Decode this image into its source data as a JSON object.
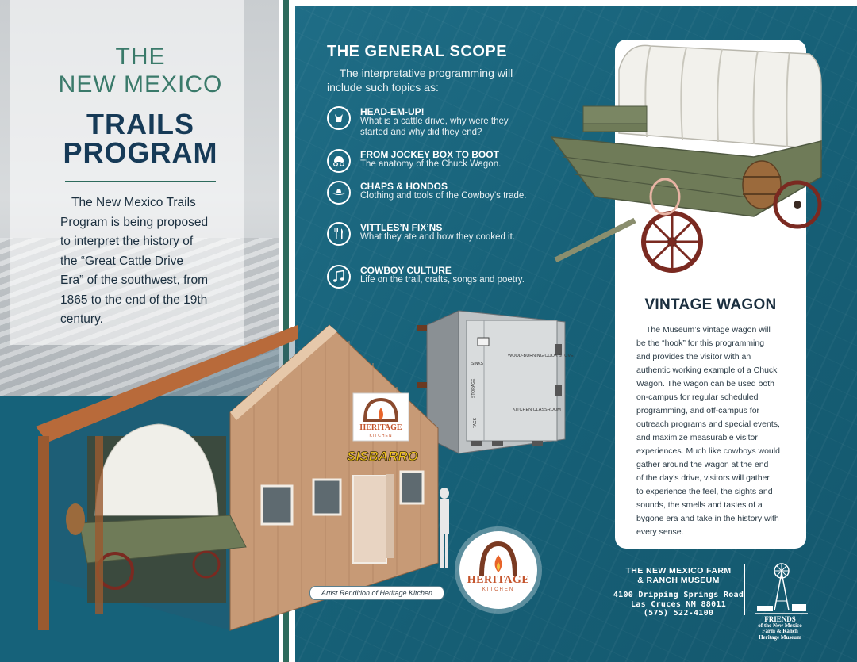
{
  "left_panel": {
    "title_line1": "THE",
    "title_line2": "NEW MEXICO",
    "title_line3": "TRAILS",
    "title_line4": "PROGRAM",
    "intro_lines": [
      "The New Mexico Trails",
      "Program is being proposed",
      "to interpret the history of",
      "the “Great Cattle Drive",
      "Era” of the southwest, from",
      "1865 to the end of the 19th",
      "century."
    ]
  },
  "scope": {
    "title": "THE GENERAL SCOPE",
    "intro": "The interpretative programming will include such topics as:",
    "topics": [
      {
        "title": "HEAD-EM-UP!",
        "desc": "What is a cattle drive, why were they started and why did they end?",
        "icon": "cow-head-icon"
      },
      {
        "title": "FROM JOCKEY BOX TO BOOT",
        "desc": "The anatomy of the Chuck Wagon.",
        "icon": "wagon-icon"
      },
      {
        "title": "CHAPS & HONDOS",
        "desc": "Clothing and tools of the Cowboy’s trade.",
        "icon": "cowboy-hat-icon"
      },
      {
        "title": "VITTLES’N FIX’NS",
        "desc": "What they ate and how they cooked it.",
        "icon": "fork-knife-icon"
      },
      {
        "title": "COWBOY CULTURE",
        "desc": "Life on the trail, crafts, songs and poetry.",
        "icon": "music-note-icon"
      }
    ]
  },
  "floorplan": {
    "stove": "WOOD-BURNING COOK STOVE",
    "sinks": "SINKS",
    "storage": "STORAGE",
    "tack": "TACK",
    "kitchen": "KITCHEN CLASSROOM"
  },
  "kitchen_sign": {
    "heritage": "HERITAGE",
    "kitchen": "KITCHEN",
    "sponsor": "SISBARRO"
  },
  "caption": "Artist Rendition of Heritage Kitchen",
  "badge": {
    "heritage": "HERITAGE",
    "kitchen": "KITCHEN"
  },
  "vintage_wagon": {
    "title": "VINTAGE WAGON",
    "body_lines": [
      "The Museum’s vintage wagon will",
      "be the “hook” for this programming",
      "and provides the visitor with an",
      "authentic working example of a Chuck",
      "Wagon.  The wagon can be used both",
      "on-campus for regular scheduled",
      "programming, and off-campus for",
      "outreach programs and special events,",
      "and maximize measurable visitor",
      "experiences. Much like cowboys would",
      "gather around the wagon at the end",
      "of the day’s drive, visitors will gather",
      "to experience the feel, the sights and",
      "sounds, the smells and tastes of a",
      "bygone era and take in the history with",
      "every sense."
    ]
  },
  "footer": {
    "museum_line1": "THE NEW MEXICO FARM",
    "museum_line2": "& RANCH MUSEUM",
    "address_line1": "4100 Dripping Springs Road",
    "address_line2": "Las Cruces NM 88011",
    "phone": "(575) 522-4100",
    "friends_line1": "FRIENDS",
    "friends_line2": "of the New Mexico",
    "friends_line3": "Farm & Ranch",
    "friends_line4": "Heritage Museum"
  },
  "colors": {
    "teal_panel": "#176178",
    "green_bar": "#2e6b5c",
    "title_green": "#3a7a6a",
    "title_navy": "#163a57",
    "accent_orange": "#c4532b"
  }
}
